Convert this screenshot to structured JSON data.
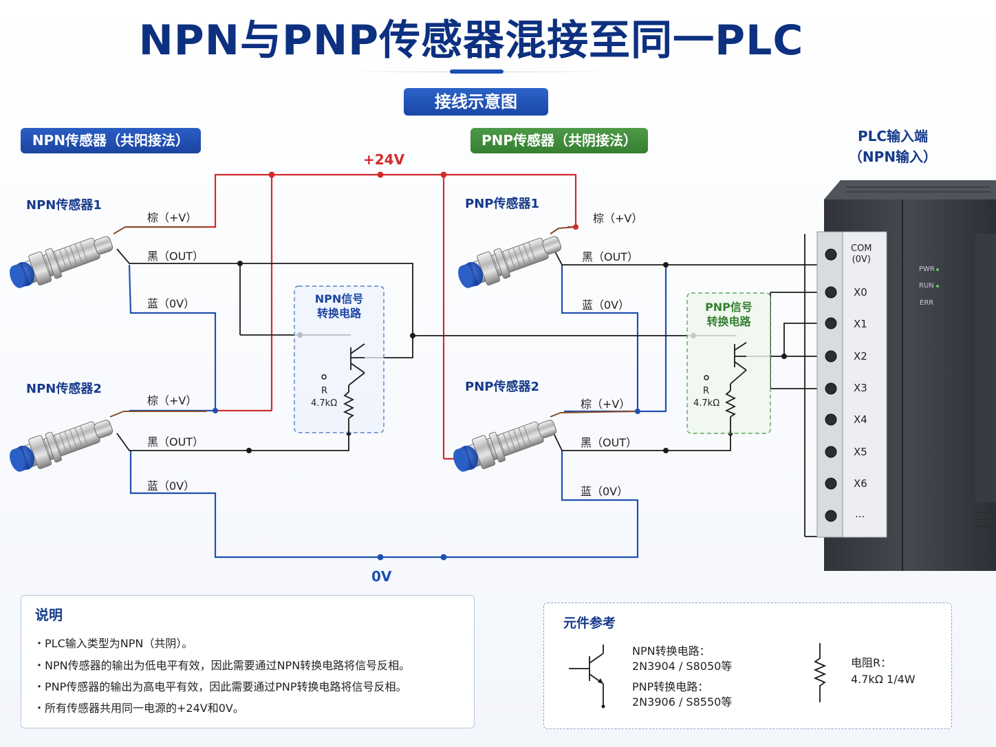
{
  "title": "NPN与PNP传感器混接至同一PLC",
  "subtitle": "接线示意图",
  "sections": {
    "npn": "NPN传感器（共阳接法）",
    "pnp": "PNP传感器（共阴接法）",
    "plc_head_1": "PLC输入端",
    "plc_head_2": "（NPN输入）"
  },
  "rails": {
    "positive": "+24V",
    "ground": "0V"
  },
  "sensors": {
    "npn1": "NPN传感器1",
    "npn2": "NPN传感器2",
    "pnp1": "PNP传感器1",
    "pnp2": "PNP传感器2"
  },
  "wires": {
    "brown": "棕（+V）",
    "black": "黑（OUT）",
    "blue": "蓝（0V）"
  },
  "converters": {
    "npn_1": "NPN信号",
    "npn_2": "转换电路",
    "pnp_1": "PNP信号",
    "pnp_2": "转换电路",
    "r_label": "R",
    "r_value": "4.7kΩ"
  },
  "plc": {
    "com_1": "COM",
    "com_2": "(0V)",
    "terminals": [
      "X0",
      "X1",
      "X2",
      "X3",
      "X4",
      "X5",
      "X6",
      "..."
    ],
    "leds": [
      "PWR",
      "RUN",
      "ERR"
    ]
  },
  "notes": {
    "title": "说明",
    "items": [
      "・PLC输入类型为NPN（共阴）。",
      "・NPN传感器的输出为低电平有效，因此需要通过NPN转换电路将信号反相。",
      "・PNP传感器的输出为高电平有效，因此需要通过PNP转换电路将信号反相。",
      "・所有传感器共用同一电源的+24V和0V。"
    ]
  },
  "reference": {
    "title": "元件参考",
    "npn_label": "NPN转换电路：",
    "npn_parts": "2N3904 / S8050等",
    "pnp_label": "PNP转换电路：",
    "pnp_parts": "2N3906 / S8550等",
    "res_label": "电阻R：",
    "res_value": "4.7kΩ  1/4W"
  },
  "colors": {
    "title": "#0d3080",
    "red_wire": "#d42a2a",
    "blue_wire": "#1f4fb0",
    "black_wire": "#1a1a1a",
    "brown_wire": "#8a4a2a",
    "npn_accent": "#1b44a0",
    "pnp_accent": "#357f31",
    "plc_body": "#3b3f45"
  },
  "icons": [
    "sensor-icon",
    "npn-transistor-icon",
    "resistor-icon",
    "screw-terminal-icon"
  ]
}
